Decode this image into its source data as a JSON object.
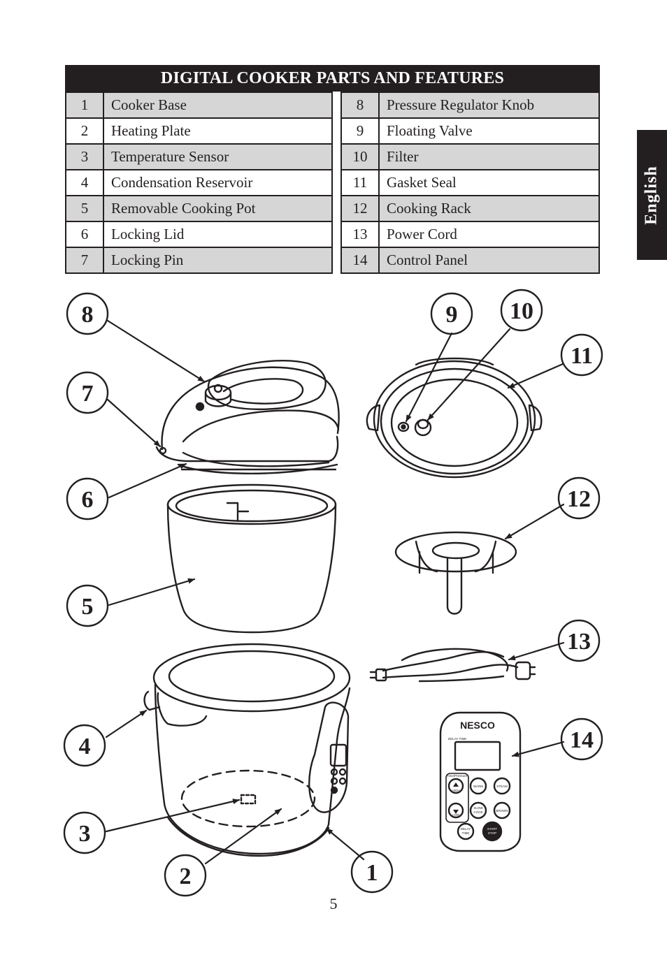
{
  "table": {
    "title": "DIGITAL  COOKER PARTS AND FEATURES",
    "left": [
      {
        "num": "1",
        "name": "Cooker Base"
      },
      {
        "num": "2",
        "name": "Heating Plate"
      },
      {
        "num": "3",
        "name": "Temperature Sensor"
      },
      {
        "num": "4",
        "name": "Condensation Reservoir"
      },
      {
        "num": "5",
        "name": "Removable Cooking Pot"
      },
      {
        "num": "6",
        "name": "Locking Lid"
      },
      {
        "num": "7",
        "name": "Locking Pin"
      }
    ],
    "right": [
      {
        "num": "8",
        "name": "Pressure Regulator Knob"
      },
      {
        "num": "9",
        "name": "Floating Valve"
      },
      {
        "num": "10",
        "name": "Filter"
      },
      {
        "num": "11",
        "name": "Gasket Seal"
      },
      {
        "num": "12",
        "name": "Cooking Rack"
      },
      {
        "num": "13",
        "name": "Power Cord"
      },
      {
        "num": "14",
        "name": "Control Panel"
      }
    ]
  },
  "language_tab": "English",
  "callouts": [
    "1",
    "2",
    "3",
    "4",
    "5",
    "6",
    "7",
    "8",
    "9",
    "10",
    "11",
    "12",
    "13",
    "14"
  ],
  "control_panel": {
    "brand": "NESCO",
    "display_label": "DELAY TIME",
    "time_pressure_label": "Time/Pressure",
    "high": "HIGH",
    "low": "LOW",
    "warm": "WARM",
    "steam": "STEAM",
    "slow": "SLOW",
    "cook": "COOK",
    "brown": "BROWN",
    "delay": "DELAY",
    "time": "TIME",
    "start": "START",
    "stop": "STOP"
  },
  "page_number": "5"
}
